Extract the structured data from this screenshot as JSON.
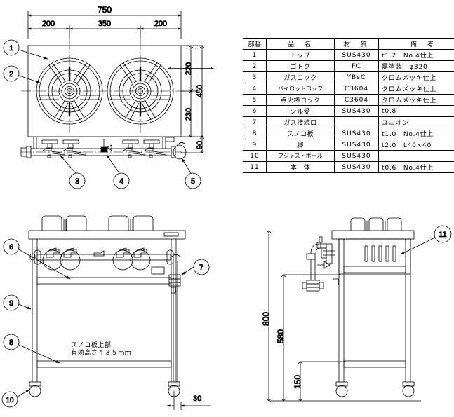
{
  "drawing": {
    "title": "gas-range-2-burner-assembly-drawing",
    "views": {
      "plan": {
        "name": "top-plan-view",
        "dimensions": {
          "overall_width": "750",
          "seg_left": "200",
          "seg_center": "350",
          "seg_right": "200",
          "depth_upper": "220",
          "depth_overall": "450",
          "depth_lower": "230",
          "manifold_offset": "90"
        },
        "balloons": [
          "1",
          "2",
          "3",
          "4",
          "5"
        ]
      },
      "front": {
        "name": "front-elevation-view",
        "balloons": [
          "6",
          "7",
          "8",
          "9",
          "10"
        ],
        "dimensions": {
          "caster_offset": "30"
        },
        "note_line1": "スノコ板上部",
        "note_line2": "有効高さ４３５ｍｍ"
      },
      "side": {
        "name": "side-elevation-view",
        "balloons": [
          "11"
        ],
        "dimensions": {
          "total_height": "800",
          "mid_height": "580",
          "low_height": "150"
        }
      }
    }
  },
  "parts_table": {
    "name": "parts-list-table",
    "headers": [
      "部番",
      "品　名",
      "材　質",
      "備　考"
    ],
    "rows": [
      {
        "no": "1",
        "name": "トップ",
        "material": "SUS430",
        "remark": "t1.2　No.4仕上"
      },
      {
        "no": "2",
        "name": "ゴトク",
        "material": "FC",
        "remark": "黒塗装　φ320"
      },
      {
        "no": "3",
        "name": "ガスコック",
        "material": "YBsC",
        "remark": "クロムメッキ仕上"
      },
      {
        "no": "4",
        "name": "パイロットコック",
        "material": "C3604",
        "remark": "クロムメッキ仕上"
      },
      {
        "no": "5",
        "name": "点火棒コック",
        "material": "C3604",
        "remark": "クロムメッキ仕上"
      },
      {
        "no": "6",
        "name": "シル受",
        "material": "SUS430",
        "remark": "t0.8"
      },
      {
        "no": "7",
        "name": "ガス接続口",
        "material": "",
        "remark": "ユニオン"
      },
      {
        "no": "8",
        "name": "スノコ板",
        "material": "SUS430",
        "remark": "t1.0　No.4仕上"
      },
      {
        "no": "9",
        "name": "脚",
        "material": "SUS430",
        "remark": "t2.0　L40×40"
      },
      {
        "no": "10",
        "name": "アジャストボール",
        "material": "SUS430",
        "remark": ""
      },
      {
        "no": "11",
        "name": "本　体",
        "material": "SUS430",
        "remark": "t0.6　No.4仕上"
      }
    ]
  },
  "colors": {
    "line": "#000000",
    "background": "#ffffff"
  }
}
